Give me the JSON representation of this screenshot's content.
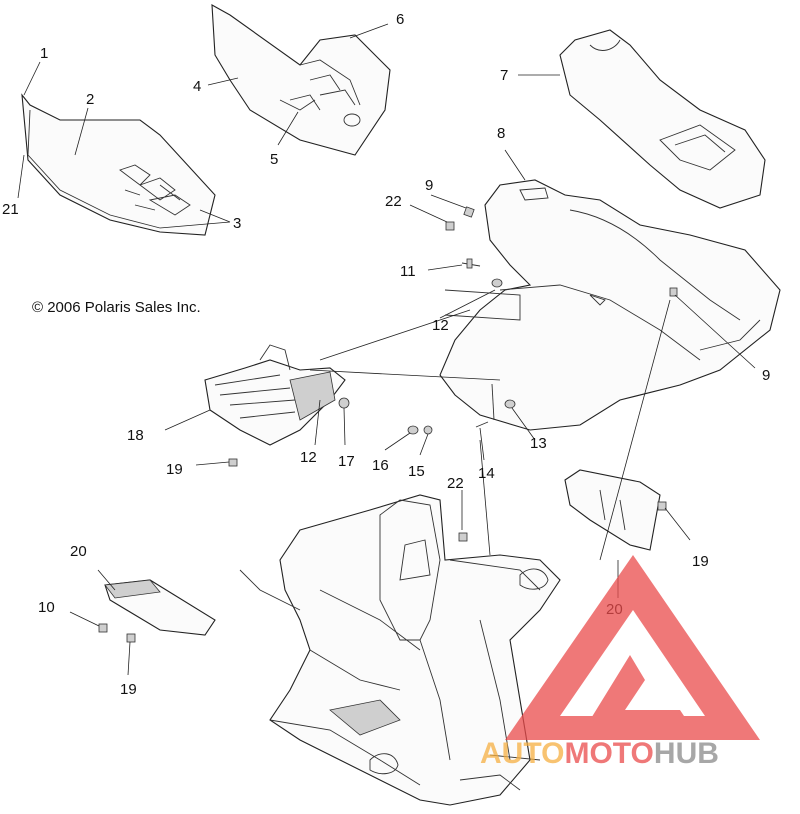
{
  "copyright": "© 2006 Polaris Sales Inc.",
  "callouts": {
    "c1": "1",
    "c2": "2",
    "c3": "3",
    "c4": "4",
    "c5": "5",
    "c6": "6",
    "c7": "7",
    "c8": "8",
    "c9a": "9",
    "c9b": "9",
    "c10": "10",
    "c11": "11",
    "c12a": "12",
    "c12b": "12",
    "c13": "13",
    "c14": "14",
    "c15": "15",
    "c16": "16",
    "c17": "17",
    "c18": "18",
    "c19a": "19",
    "c19b": "19",
    "c19c": "19",
    "c20a": "20",
    "c20b": "20",
    "c21": "21",
    "c22a": "22",
    "c22b": "22"
  },
  "watermark": {
    "part1": "AUTO",
    "part2": "MOTO",
    "part3": "HUB",
    "color_orange": "#f6b042",
    "color_red": "#ea4b4b",
    "color_gray": "#8a8a8a"
  }
}
